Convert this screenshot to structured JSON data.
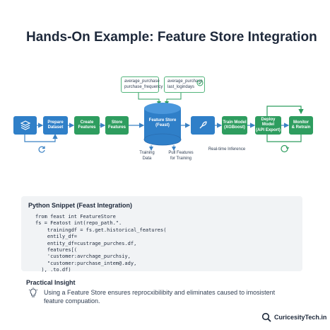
{
  "title": "Hands-On Example: Feature Store Integration",
  "pipeline": {
    "prepare": "Prepare\nDataset",
    "create": "Create\nFeatures",
    "store": "Store\nFeatures",
    "feature_store": "Feature Store\n(Feast)",
    "train": "Train Model\n(XGBoost)",
    "deploy": "Deploy Model\n(API Export)",
    "monitor": "Monitor\n& Retrain"
  },
  "notes": {
    "left": "average_purchase\npurchase_frequency",
    "right": "average_purchase\nlast_logindays"
  },
  "labels": {
    "training_data": "Training\nData",
    "pull_features": "Pull Features\nfor Training",
    "realtime": "Real-time Inference"
  },
  "snippet": {
    "title": "Python Snippet (Feast Integration)",
    "code": "from feast int FeatureStore\nfs = Featost int(repo_path.\".\n    trainingdf = fs.get.historical_features(\n    entily_df=\n    entity_df=custrage_purches.df,\n    features[(\n    'customer:avrchage_purchsiy,\n    \"customer:purchase_intem@.ady,\n  ), .to.df)"
  },
  "insight": {
    "title": "Practical Insight",
    "text": "Using a Feature Store ensures reprocxibilibity and eliminates caused to imosistent feature compuation."
  },
  "brand": "CuricesityTech.in",
  "colors": {
    "blue": "#2f7fc8",
    "green": "#2e9d5f",
    "arrow": "#3b82c4",
    "background": "#ffffff"
  },
  "icons": [
    "layers-icon",
    "refresh-icon",
    "rocket-icon",
    "check-icon",
    "cycle-icon",
    "lightbulb-icon",
    "search-icon"
  ]
}
